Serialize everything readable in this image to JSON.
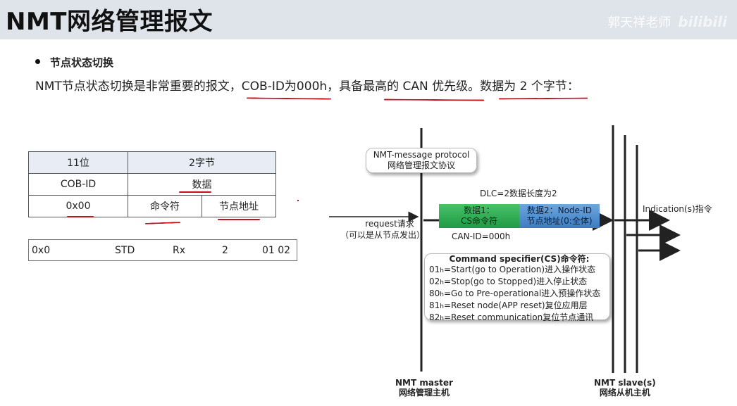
{
  "header": {
    "title": "NMT网络管理报文",
    "watermark_author": "郭天祥老师",
    "watermark_logo": "bilibili"
  },
  "section": {
    "bullet": "节点状态切换",
    "intro_1": "NMT节点状态切换是非常重要的报文，",
    "intro_cobid": "COB-ID为000h",
    "intro_2": "，具备",
    "intro_highest": "最高的",
    "intro_3": " CAN 优先级。",
    "intro_data": "数据为 2 个字节",
    "intro_4": "："
  },
  "frame_table": {
    "header": [
      "11位",
      "2字节"
    ],
    "row1": [
      "COB-ID",
      "数据"
    ],
    "row2": [
      "0x00",
      "命令符",
      "节点地址"
    ]
  },
  "message_row": {
    "id": "0x0",
    "type": "STD",
    "dir": "Rx",
    "dlc": "2",
    "data": "01 02"
  },
  "diagram": {
    "protocol_line1": "NMT-message protocol",
    "protocol_line2": "网络管理报文协议",
    "dlc": "DLC=2数据长度为2",
    "data1_line1": "数据1：",
    "data1_line2": "CS命令符",
    "data2_line1": "数据2：Node-ID",
    "data2_line2": "节点地址(0:全体)",
    "can_id": "CAN-ID=000h",
    "request_line1": "request请求",
    "request_line2": "（可以是从节点发出）",
    "indication": "Indication(s)指令",
    "cs_title": "Command specifier(CS)命令符:",
    "cs_items": [
      {
        "code": "01",
        "suffix": "h",
        "text": "=Start(go to Operation)进入操作状态"
      },
      {
        "code": "02",
        "suffix": "h",
        "text": "=Stop(go to Stopped)进入停止状态"
      },
      {
        "code": "80",
        "suffix": "h",
        "text": "=Go to Pre-operational进入预操作状态"
      },
      {
        "code": "81",
        "suffix": "h",
        "text": "=Reset node(APP reset)复位应用层"
      },
      {
        "code": "82",
        "suffix": "h",
        "text": "=Reset communication复位节点通讯"
      }
    ],
    "master_line1": "NMT master",
    "master_line2": "网络管理主机",
    "slave_line1": "NMT slave(s)",
    "slave_line2": "网络从机主机"
  },
  "colors": {
    "header_bg": "#dfe3ea",
    "underline_red": "#c8101a",
    "data1_green": "#2fae55",
    "data2_blue": "#4f8fd0"
  }
}
